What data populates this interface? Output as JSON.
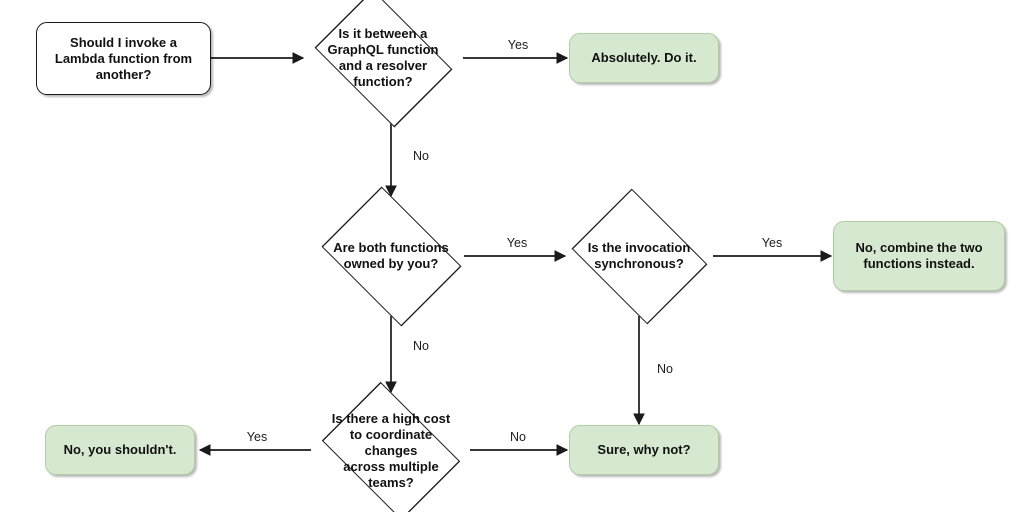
{
  "diagram": {
    "type": "flowchart",
    "title": "Should I invoke a Lambda function from another?",
    "colors": {
      "result_fill": "#d7e8d0",
      "result_border": "#b0cca2",
      "node_border": "#1a1a1a",
      "node_fill": "#ffffff",
      "edge_stroke": "#1a1a1a",
      "text": "#111111",
      "background": "#ffffff"
    },
    "nodes": [
      {
        "id": "start",
        "kind": "rounded-rect",
        "text": "Should I invoke a Lambda function from another?"
      },
      {
        "id": "graphql",
        "kind": "diamond",
        "text": "Is it between a GraphQL function and a resolver function?"
      },
      {
        "id": "absolutely",
        "kind": "rounded-rect",
        "text": "Absolutely. Do it."
      },
      {
        "id": "owned",
        "kind": "diamond",
        "text": "Are both functions owned by you?"
      },
      {
        "id": "synchronous",
        "kind": "diamond",
        "text": "Is the invocation synchronous?"
      },
      {
        "id": "combine",
        "kind": "rounded-rect",
        "text": "No, combine the two functions instead."
      },
      {
        "id": "highcost",
        "kind": "diamond",
        "text": "Is there a high cost to coordinate changes across multiple teams?"
      },
      {
        "id": "shouldnt",
        "kind": "rounded-rect",
        "text": "No, you shouldn't."
      },
      {
        "id": "surewhynot",
        "kind": "rounded-rect",
        "text": "Sure, why not?"
      }
    ],
    "node_text": {
      "start": [
        "Should I invoke a",
        "Lambda function from",
        "another?"
      ],
      "graphql": [
        "Is it between a",
        "GraphQL function",
        "and a resolver",
        "function?"
      ],
      "absolutely": [
        "Absolutely. Do it."
      ],
      "owned": [
        "Are both functions",
        "owned by you?"
      ],
      "synchronous": [
        "Is the invocation",
        "synchronous?"
      ],
      "combine": [
        "No, combine the two",
        "functions instead."
      ],
      "highcost": [
        "Is there a high cost",
        "to coordinate",
        "changes",
        "across multiple",
        "teams?"
      ],
      "shouldnt": [
        "No, you shouldn't."
      ],
      "surewhynot": [
        "Sure, why not?"
      ]
    },
    "edges": [
      {
        "id": "e1",
        "from": "start",
        "to": "graphql",
        "label": ""
      },
      {
        "id": "e2",
        "from": "graphql",
        "to": "absolutely",
        "label": "Yes"
      },
      {
        "id": "e3",
        "from": "graphql",
        "to": "owned",
        "label": "No"
      },
      {
        "id": "e4",
        "from": "owned",
        "to": "synchronous",
        "label": "Yes"
      },
      {
        "id": "e5",
        "from": "owned",
        "to": "highcost",
        "label": "No"
      },
      {
        "id": "e6",
        "from": "synchronous",
        "to": "combine",
        "label": "Yes"
      },
      {
        "id": "e7",
        "from": "synchronous",
        "to": "surewhynot",
        "label": "No"
      },
      {
        "id": "e8",
        "from": "highcost",
        "to": "shouldnt",
        "label": "Yes"
      },
      {
        "id": "e9",
        "from": "highcost",
        "to": "surewhynot",
        "label": "No"
      }
    ],
    "edge_labels": {
      "e2": "Yes",
      "e3": "No",
      "e4": "Yes",
      "e5": "No",
      "e6": "Yes",
      "e7": "No",
      "e8": "Yes",
      "e9": "No"
    }
  }
}
